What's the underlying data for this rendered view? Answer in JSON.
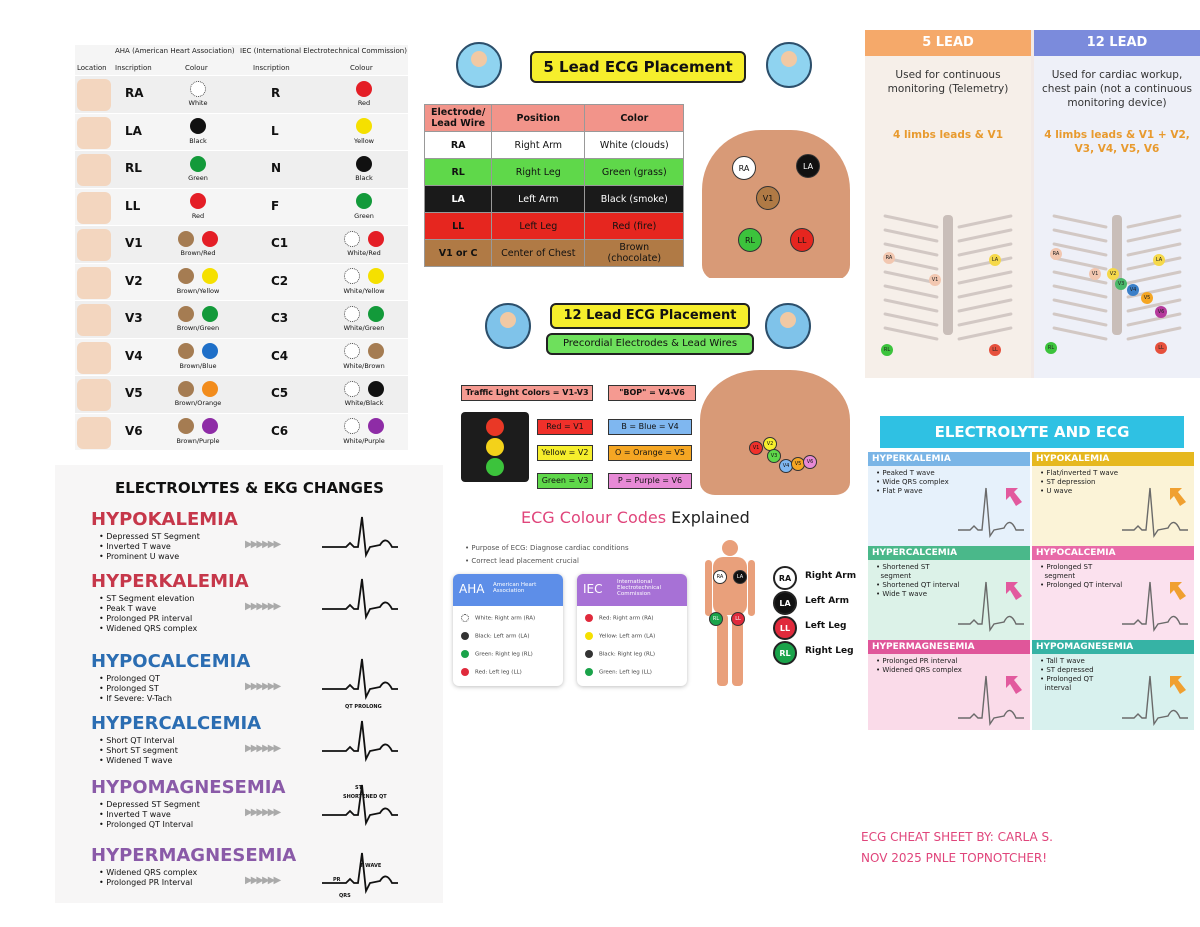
{
  "color_table": {
    "aha_header": "AHA (American Heart Association)",
    "iec_header": "IEC (International Electrotechnical Commission)",
    "col_location": "Location",
    "col_inscription": "Inscription",
    "col_colour": "Colour",
    "col_inscription2": "Inscription",
    "col_colour2": "Colour",
    "rows": [
      {
        "aha": "RA",
        "aha_colors": [
          "#ffffff"
        ],
        "aha_label": "White",
        "iec": "R",
        "iec_colors": [
          "#e41e26"
        ],
        "iec_label": "Red"
      },
      {
        "aha": "LA",
        "aha_colors": [
          "#111111"
        ],
        "aha_label": "Black",
        "iec": "L",
        "iec_colors": [
          "#f5e000"
        ],
        "iec_label": "Yellow"
      },
      {
        "aha": "RL",
        "aha_colors": [
          "#139a3a"
        ],
        "aha_label": "Green",
        "iec": "N",
        "iec_colors": [
          "#111111"
        ],
        "iec_label": "Black"
      },
      {
        "aha": "LL",
        "aha_colors": [
          "#e41e26"
        ],
        "aha_label": "Red",
        "iec": "F",
        "iec_colors": [
          "#139a3a"
        ],
        "iec_label": "Green"
      },
      {
        "aha": "V1",
        "aha_colors": [
          "#a57c52",
          "#e41e26"
        ],
        "aha_label": "Brown/Red",
        "iec": "C1",
        "iec_colors": [
          "#ffffff",
          "#e41e26"
        ],
        "iec_label": "White/Red"
      },
      {
        "aha": "V2",
        "aha_colors": [
          "#a57c52",
          "#f5e000"
        ],
        "aha_label": "Brown/Yellow",
        "iec": "C2",
        "iec_colors": [
          "#ffffff",
          "#f5e000"
        ],
        "iec_label": "White/Yellow"
      },
      {
        "aha": "V3",
        "aha_colors": [
          "#a57c52",
          "#139a3a"
        ],
        "aha_label": "Brown/Green",
        "iec": "C3",
        "iec_colors": [
          "#ffffff",
          "#139a3a"
        ],
        "iec_label": "White/Green"
      },
      {
        "aha": "V4",
        "aha_colors": [
          "#a57c52",
          "#1e6fc8"
        ],
        "aha_label": "Brown/Blue",
        "iec": "C4",
        "iec_colors": [
          "#ffffff",
          "#a57c52"
        ],
        "iec_label": "White/Brown"
      },
      {
        "aha": "V5",
        "aha_colors": [
          "#a57c52",
          "#f28c1c"
        ],
        "aha_label": "Brown/Orange",
        "iec": "C5",
        "iec_colors": [
          "#ffffff",
          "#111111"
        ],
        "iec_label": "White/Black"
      },
      {
        "aha": "V6",
        "aha_colors": [
          "#a57c52",
          "#8e2ca6"
        ],
        "aha_label": "Brown/Purple",
        "iec": "C6",
        "iec_colors": [
          "#ffffff",
          "#8e2ca6"
        ],
        "iec_label": "White/Purple"
      }
    ]
  },
  "five_lead": {
    "title": "5 Lead ECG Placement",
    "headers": [
      "Electrode/ Lead Wire",
      "Position",
      "Color"
    ],
    "rows": [
      {
        "wire": "RA",
        "position": "Right Arm",
        "color": "White (clouds)",
        "bg": "#ffffff",
        "fg": "#111111"
      },
      {
        "wire": "RL",
        "position": "Right Leg",
        "color": "Green (grass)",
        "bg": "#5fd84a",
        "fg": "#111111"
      },
      {
        "wire": "LA",
        "position": "Left Arm",
        "color": "Black (smoke)",
        "bg": "#1a1a1a",
        "fg": "#ffffff"
      },
      {
        "wire": "LL",
        "position": "Left Leg",
        "color": "Red (fire)",
        "bg": "#e6261f",
        "fg": "#111111"
      },
      {
        "wire": "V1 or C",
        "position": "Center of Chest",
        "color": "Brown (chocolate)",
        "bg": "#b07a45",
        "fg": "#111111"
      }
    ],
    "electrodes": [
      "RA",
      "LA",
      "V1",
      "RL",
      "LL"
    ]
  },
  "lead_compare": {
    "five": {
      "title": "5 LEAD",
      "desc": "Used for continuous monitoring (Telemetry)",
      "leads": "4 limbs leads & V1"
    },
    "twelve": {
      "title": "12 LEAD",
      "desc": "Used for cardiac workup, chest pain (not a continuous monitoring device)",
      "leads": "4 limbs leads & V1 + V2, V3, V4, V5, V6"
    },
    "electrodes_five": [
      "RA",
      "V1",
      "LA",
      "RL",
      "LL"
    ],
    "electrodes_twelve": [
      "RA",
      "LA",
      "V1",
      "V2",
      "V3",
      "V4",
      "V5",
      "V6",
      "RL",
      "LL"
    ]
  },
  "twelve_lead": {
    "title": "12 Lead ECG Placement",
    "subtitle": "Precordial Electrodes & Lead Wires",
    "traffic": "Traffic Light Colors = V1-V3",
    "bop": "\"BOP\" = V4-V6",
    "tags": [
      {
        "text": "Red = V1",
        "bg": "#f0302a"
      },
      {
        "text": "Yellow = V2",
        "bg": "#f6ee2c"
      },
      {
        "text": "Green = V3",
        "bg": "#5fd84a"
      },
      {
        "text": "B = Blue = V4",
        "bg": "#7fb7f0"
      },
      {
        "text": "O = Orange = V5",
        "bg": "#f5a623"
      },
      {
        "text": "P = Purple = V6",
        "bg": "#e78ad6"
      }
    ],
    "electrodes": [
      "V1",
      "V2",
      "V3",
      "V4",
      "V5",
      "V6"
    ]
  },
  "electrolytes_ekg": {
    "title": "ELECTROLYTES & EKG CHANGES",
    "items": [
      {
        "name": "HYPOKALEMIA",
        "color": "#c6374a",
        "bullets": "• Depressed ST Segment\n• Inverted T wave\n• Prominent U wave"
      },
      {
        "name": "HYPERKALEMIA",
        "color": "#c6374a",
        "bullets": "• ST Segment elevation\n• Peak T wave\n• Prolonged PR interval\n• Widened QRS complex"
      },
      {
        "name": "HYPOCALCEMIA",
        "color": "#2b6db2",
        "bullets": "• Prolonged QT\n• Prolonged ST\n• If Severe: V-Tach"
      },
      {
        "name": "HYPERCALCEMIA",
        "color": "#2b6db2",
        "bullets": "• Short QT Interval\n• Short ST segment\n• Widened T wave"
      },
      {
        "name": "HYPOMAGNESEMIA",
        "color": "#8a5aa8",
        "bullets": "• Depressed ST Segment\n• Inverted T wave\n• Prolonged QT Interval"
      },
      {
        "name": "HYPERMAGNESEMIA",
        "color": "#8a5aa8",
        "bullets": "• Widened QRS complex\n• Prolonged PR Interval"
      }
    ],
    "wave_notes": [
      "QT PROLONG",
      "SHORTENED QT",
      "T WAVE",
      "PR",
      "QRS",
      "ST"
    ]
  },
  "colour_codes": {
    "title_a": "ECG Colour Codes",
    "title_b": "Explained",
    "bullets": [
      "Purpose of ECG: Diagnose cardiac conditions",
      "Correct lead placement crucial"
    ],
    "aha": {
      "abbr": "AHA",
      "name": "American Heart Association",
      "items": [
        {
          "text": "White: Right arm (RA)",
          "color": "#ffffff"
        },
        {
          "text": "Black: Left arm (LA)",
          "color": "#333333"
        },
        {
          "text": "Green: Right leg (RL)",
          "color": "#1aa34a"
        },
        {
          "text": "Red: Left leg (LL)",
          "color": "#e02a3c"
        }
      ]
    },
    "iec": {
      "abbr": "IEC",
      "name": "International Electrotechnical Commission",
      "items": [
        {
          "text": "Red: Right arm (RA)",
          "color": "#e02a3c"
        },
        {
          "text": "Yellow: Left arm (LA)",
          "color": "#f5e000"
        },
        {
          "text": "Black: Right leg (RL)",
          "color": "#333333"
        },
        {
          "text": "Green: Left leg (LL)",
          "color": "#1aa34a"
        }
      ]
    },
    "legend": [
      {
        "abbr": "RA",
        "label": "Right Arm",
        "bg": "#ffffff",
        "fg": "#111111"
      },
      {
        "abbr": "LA",
        "label": "Left Arm",
        "bg": "#111111",
        "fg": "#ffffff"
      },
      {
        "abbr": "LL",
        "label": "Left Leg",
        "bg": "#e02a3c",
        "fg": "#ffffff"
      },
      {
        "abbr": "RL",
        "label": "Right Leg",
        "bg": "#1aa34a",
        "fg": "#ffffff"
      }
    ]
  },
  "electrolyte_grid": {
    "title": "ELECTROLYTE AND ECG",
    "cells": [
      {
        "name": "HYPERKALEMIA",
        "head": "#7ab5e6",
        "body": "#e6f1fb",
        "text": "• Peaked T wave\n• Wide QRS complex\n• Flat P wave"
      },
      {
        "name": "HYPOKALEMIA",
        "head": "#e6b81f",
        "body": "#fbf3d7",
        "text": "• Flat/inverted T wave\n• ST depression\n• U wave"
      },
      {
        "name": "HYPERCALCEMIA",
        "head": "#4ab88a",
        "body": "#dcf2e8",
        "text": "• Shortened ST\n  segment\n• Shortened QT interval\n• Wide T wave"
      },
      {
        "name": "HYPOCALCEMIA",
        "head": "#e86aa8",
        "body": "#fbe1ee",
        "text": "• Prolonged ST\n  segment\n• Prolonged QT interval"
      },
      {
        "name": "HYPERMAGNESEMIA",
        "head": "#e0569a",
        "body": "#fadbe9",
        "text": "• Prolonged PR interval\n• Widened QRS complex"
      },
      {
        "name": "HYPOMAGNESEMIA",
        "head": "#36b3a5",
        "body": "#d8f1ee",
        "text": "• Tall T wave\n• ST depressed\n• Prolonged QT\n  interval"
      }
    ]
  },
  "footer": {
    "line1": "ECG CHEAT SHEET BY: CARLA S.",
    "line2": "NOV 2025 PNLE TOPNOTCHER!"
  }
}
